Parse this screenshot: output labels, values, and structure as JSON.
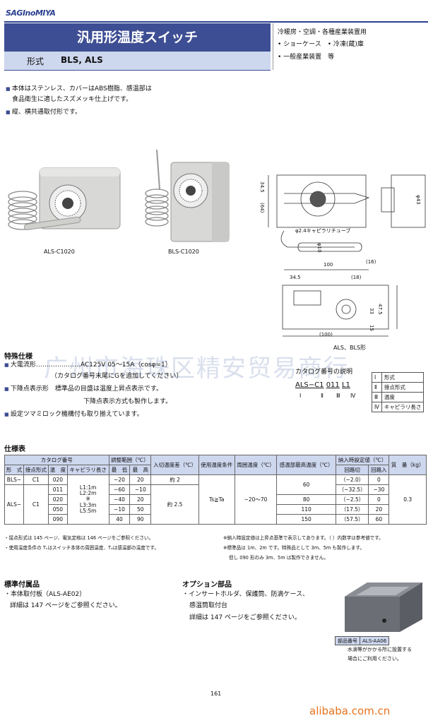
{
  "brand": "SAGInoMIYA",
  "title": "汎用形温度スイッチ",
  "model": {
    "label": "形式",
    "value": "BLS, ALS"
  },
  "applications": {
    "line1": "冷暖房・空調・各種産業装置用",
    "line2a": "ショーケース",
    "line2b": "冷凍(蔵)庫",
    "line3": "一般産業装置　等"
  },
  "intro": [
    "本体はステンレス、カバーはABS樹脂、感温部は",
    "食品衛生に適したスズメッキ仕上げです。",
    "縦、横共通取付形です。"
  ],
  "product_captions": [
    "ALS-C1020",
    "BLS-C1020"
  ],
  "drawing": {
    "tube_label": "φ2.4キャピラリチューブ",
    "dims_front": [
      "34.5",
      "(64)",
      "φ43",
      "φ10"
    ],
    "dims_length": [
      "100",
      "(16)"
    ],
    "dims_side": [
      "34.5",
      "(18)",
      "47.5",
      "33",
      "15",
      "(100)"
    ],
    "caption": "ALS、BLS形"
  },
  "special": {
    "heading": "特殊仕様",
    "items": [
      "大電流形…………………AC125V 05～15A（cosφ=1）",
      "（カタログ番号末尾にGを追加してください）",
      "下降点表示形　標準品の目盛は温度上昇点表示です。",
      "下降点表示方式も製作します。",
      "設定ツマミロック機構付も取り揃えています。"
    ]
  },
  "catalog_explain": {
    "heading": "カタログ番号の説明",
    "code": [
      "ALS−",
      "C1",
      "011",
      "L1"
    ],
    "roman": [
      "Ⅰ",
      "Ⅱ",
      "Ⅲ",
      "Ⅳ"
    ],
    "legend": [
      [
        "Ⅰ",
        "形式"
      ],
      [
        "Ⅱ",
        "接点形式"
      ],
      [
        "Ⅲ",
        "温度"
      ],
      [
        "Ⅳ",
        "キャピラリ長さ"
      ]
    ]
  },
  "spec_table": {
    "heading": "仕様表",
    "h_catalog": "カタログ番号",
    "h_sub": [
      "形　式",
      "接点形式",
      "温　度",
      "キャピラリ長さ"
    ],
    "h_range": "調整範囲（℃）",
    "h_range_sub": [
      "最　低",
      "最　高"
    ],
    "h_diff": "入切温度差（℃）",
    "h_cond": "使用温度条件",
    "h_ambient": "周囲温度（℃）",
    "h_bulb": "感温部最高温度（℃）",
    "h_factory": "納入時設定値（℃）",
    "h_factory_sub": [
      "回路切",
      "回路入"
    ],
    "h_mass": "質　量（kg）",
    "bls": {
      "model": "BLS−",
      "contact": "C1",
      "temp": "020",
      "min": "−20",
      "max": "20",
      "diff": "約 2",
      "off": "（−2.0）",
      "on": "0"
    },
    "cap_lengths": [
      "L1:1m",
      "L2:2m",
      "※",
      "L3:3m",
      "L5:5m"
    ],
    "als_model": "ALS−",
    "als_contact": "C1",
    "als_diff": "約 2.5",
    "cond": "Ts≧Ta",
    "ambient": "−20～70",
    "mass": "0.3",
    "als_rows": [
      {
        "temp": "011",
        "min": "−60",
        "max": "−10",
        "off": "（−32.5）",
        "on": "−30"
      },
      {
        "temp": "020",
        "min": "−40",
        "max": "20",
        "off": "（−2.5）",
        "on": "0"
      },
      {
        "temp": "050",
        "min": "−10",
        "max": "50",
        "off": "（17.5）",
        "on": "20"
      },
      {
        "temp": "090",
        "min": "40",
        "max": "90",
        "off": "（57.5）",
        "on": "60"
      }
    ],
    "bulb_values": [
      "60",
      "80",
      "110",
      "150"
    ]
  },
  "notes_left": [
    "・接点形式は 145 ページ、電気定格は 146 ページをご参照ください。",
    "・使用温度条件の Tₛはスイッチ本体の周囲温度、Tₐは感温部の温度です。"
  ],
  "notes_right": [
    "※納入時設定値は上昇点基準で表示してあります。（ ）内数字は参考値です。",
    "※標準品は 1m、2m です。特殊品として 3m、5m も製作します。",
    "但し 090 形のみ 3m、5m は製作できません。"
  ],
  "accessories": {
    "heading": "標準付属品",
    "line1": "・本体取付板（ALS-AE02）",
    "line2": "詳細は 147 ページをご参照ください。"
  },
  "options": {
    "heading": "オプション部品",
    "line1": "・インサートホルダ、保護筒、防滴ケース、",
    "line2": "感温筒取付台",
    "line3": "詳細は 147 ページをご参照ください。"
  },
  "part": {
    "label": "部品番号",
    "value": "ALS-AA06",
    "note1": "水滴等がかかる所に設置する",
    "note2": "場合にご利用ください。"
  },
  "page_number": "161",
  "watermark": "广州市海珠区精安贸易商行",
  "site": "alibaba.com.cn",
  "colors": {
    "brand": "#3e4e94",
    "tint": "#cdd7ee",
    "site": "#e8721c"
  }
}
